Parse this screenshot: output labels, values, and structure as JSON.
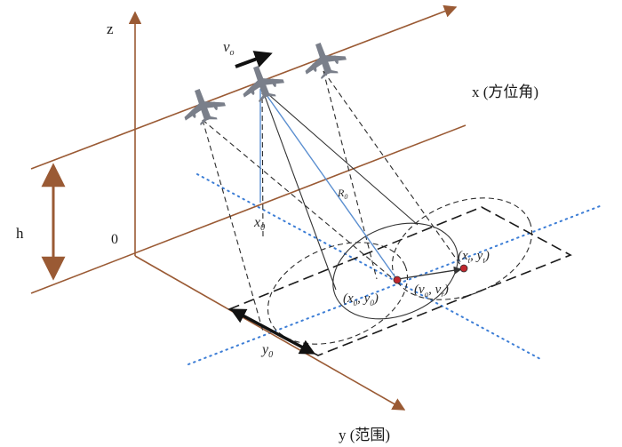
{
  "labels": {
    "z_axis": "z",
    "x_axis": "x (方位角)",
    "y_axis": "y (范围)",
    "height": "h",
    "origin": "0",
    "velocity_v": "v",
    "velocity_sub": "o",
    "range_R": "R",
    "range_sub": "0",
    "x0_main": "x",
    "x0_sub": "0",
    "y0_main": "y",
    "y0_sub": "0",
    "p0_open": "(x",
    "p0_sub1": "0",
    "p0_mid": ", y",
    "p0_sub2": "0",
    "p0_close": ")",
    "pt_open": "(x",
    "pt_sub1": "t",
    "pt_mid": ", y",
    "pt_sub2": "t",
    "pt_close": ")",
    "va_open": "(v",
    "va_sub1": "a",
    "va_mid": ", v",
    "va_sub2": "r",
    "va_close": ")"
  },
  "colors": {
    "axis_brown": "#9a5a34",
    "sight_blue": "#5b8fd0",
    "dotted_blue": "#3d7ed6",
    "target_red": "#c0272d",
    "aircraft_gray": "#7a7f8a",
    "dashed_dark": "#2a2a2a"
  },
  "icons": [
    "aircraft-icon",
    "velocity-arrow-icon"
  ]
}
